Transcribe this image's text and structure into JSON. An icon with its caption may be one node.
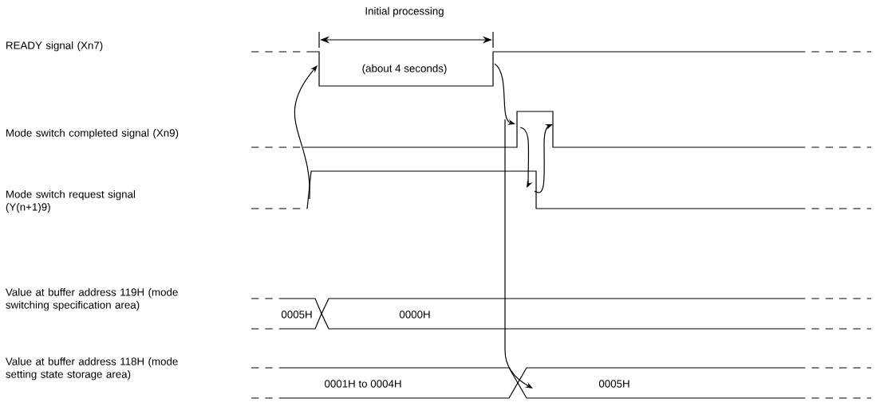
{
  "diagram": {
    "labels": [
      "Initial processing",
      "READY signal (Xn7)",
      "(about 4 seconds)",
      "Mode switch completed signal (Xn9)",
      "Mode switch request signal (Y(n+1)9)",
      "Value at buffer address 119H (mode switching specification area)",
      "0005H",
      "0000H",
      "Value at buffer address 118H (mode setting state storage area)",
      "0001H to 0004H",
      "0005H"
    ]
  }
}
